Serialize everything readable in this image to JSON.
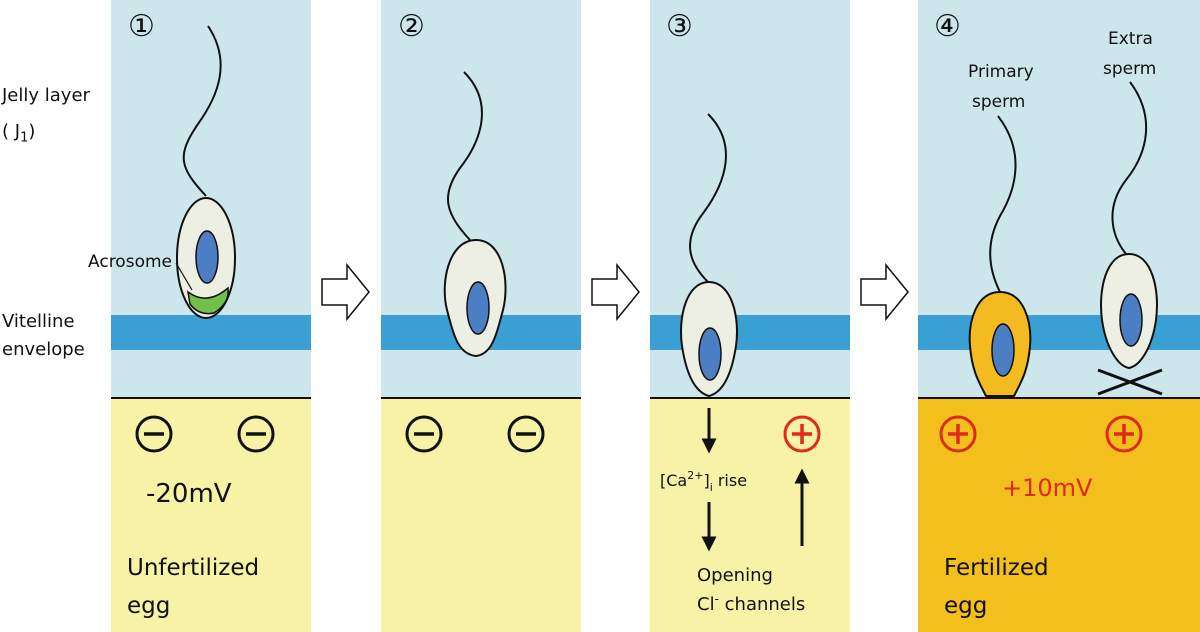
{
  "labels": {
    "jelly_layer": "Jelly layer",
    "jelly_sub": "( J",
    "jelly_sub_index": "1",
    "jelly_sub_close": ")",
    "vitelline_line1": "Vitelline",
    "vitelline_line2": "envelope",
    "acrosome": "Acrosome"
  },
  "panels": [
    {
      "step": "①",
      "caption_line1": "Unfertilized",
      "caption_line2": "egg",
      "potential": "-20mV"
    },
    {
      "step": "②"
    },
    {
      "step": "③",
      "calcium_prefix": "[Ca",
      "calcium_sup": "2+",
      "calcium_close": "]",
      "calcium_sub": "i",
      "calcium_suffix": " rise",
      "opening_line1": "Opening",
      "opening_cl": "Cl",
      "opening_sup": "-",
      "opening_line2_rest": " channels"
    },
    {
      "step": "④",
      "primary_line1": "Primary",
      "primary_line2": "sperm",
      "extra_line1": "Extra",
      "extra_line2": "sperm",
      "potential": "+10mV",
      "caption_line1": "Fertilized",
      "caption_line2": "egg"
    }
  ],
  "colors": {
    "jelly": "#cde6ec",
    "vitelline": "#3a9fd2",
    "egg_cytoplasm": "#f7f2a6",
    "fertilized_egg": "#f3bf1c",
    "sperm_head": "#edefe2",
    "nucleus": "#4b7ec3",
    "acrosome": "#73c048",
    "primary_sperm": "#f3bb1f",
    "positive_charge": "#e0281e"
  }
}
